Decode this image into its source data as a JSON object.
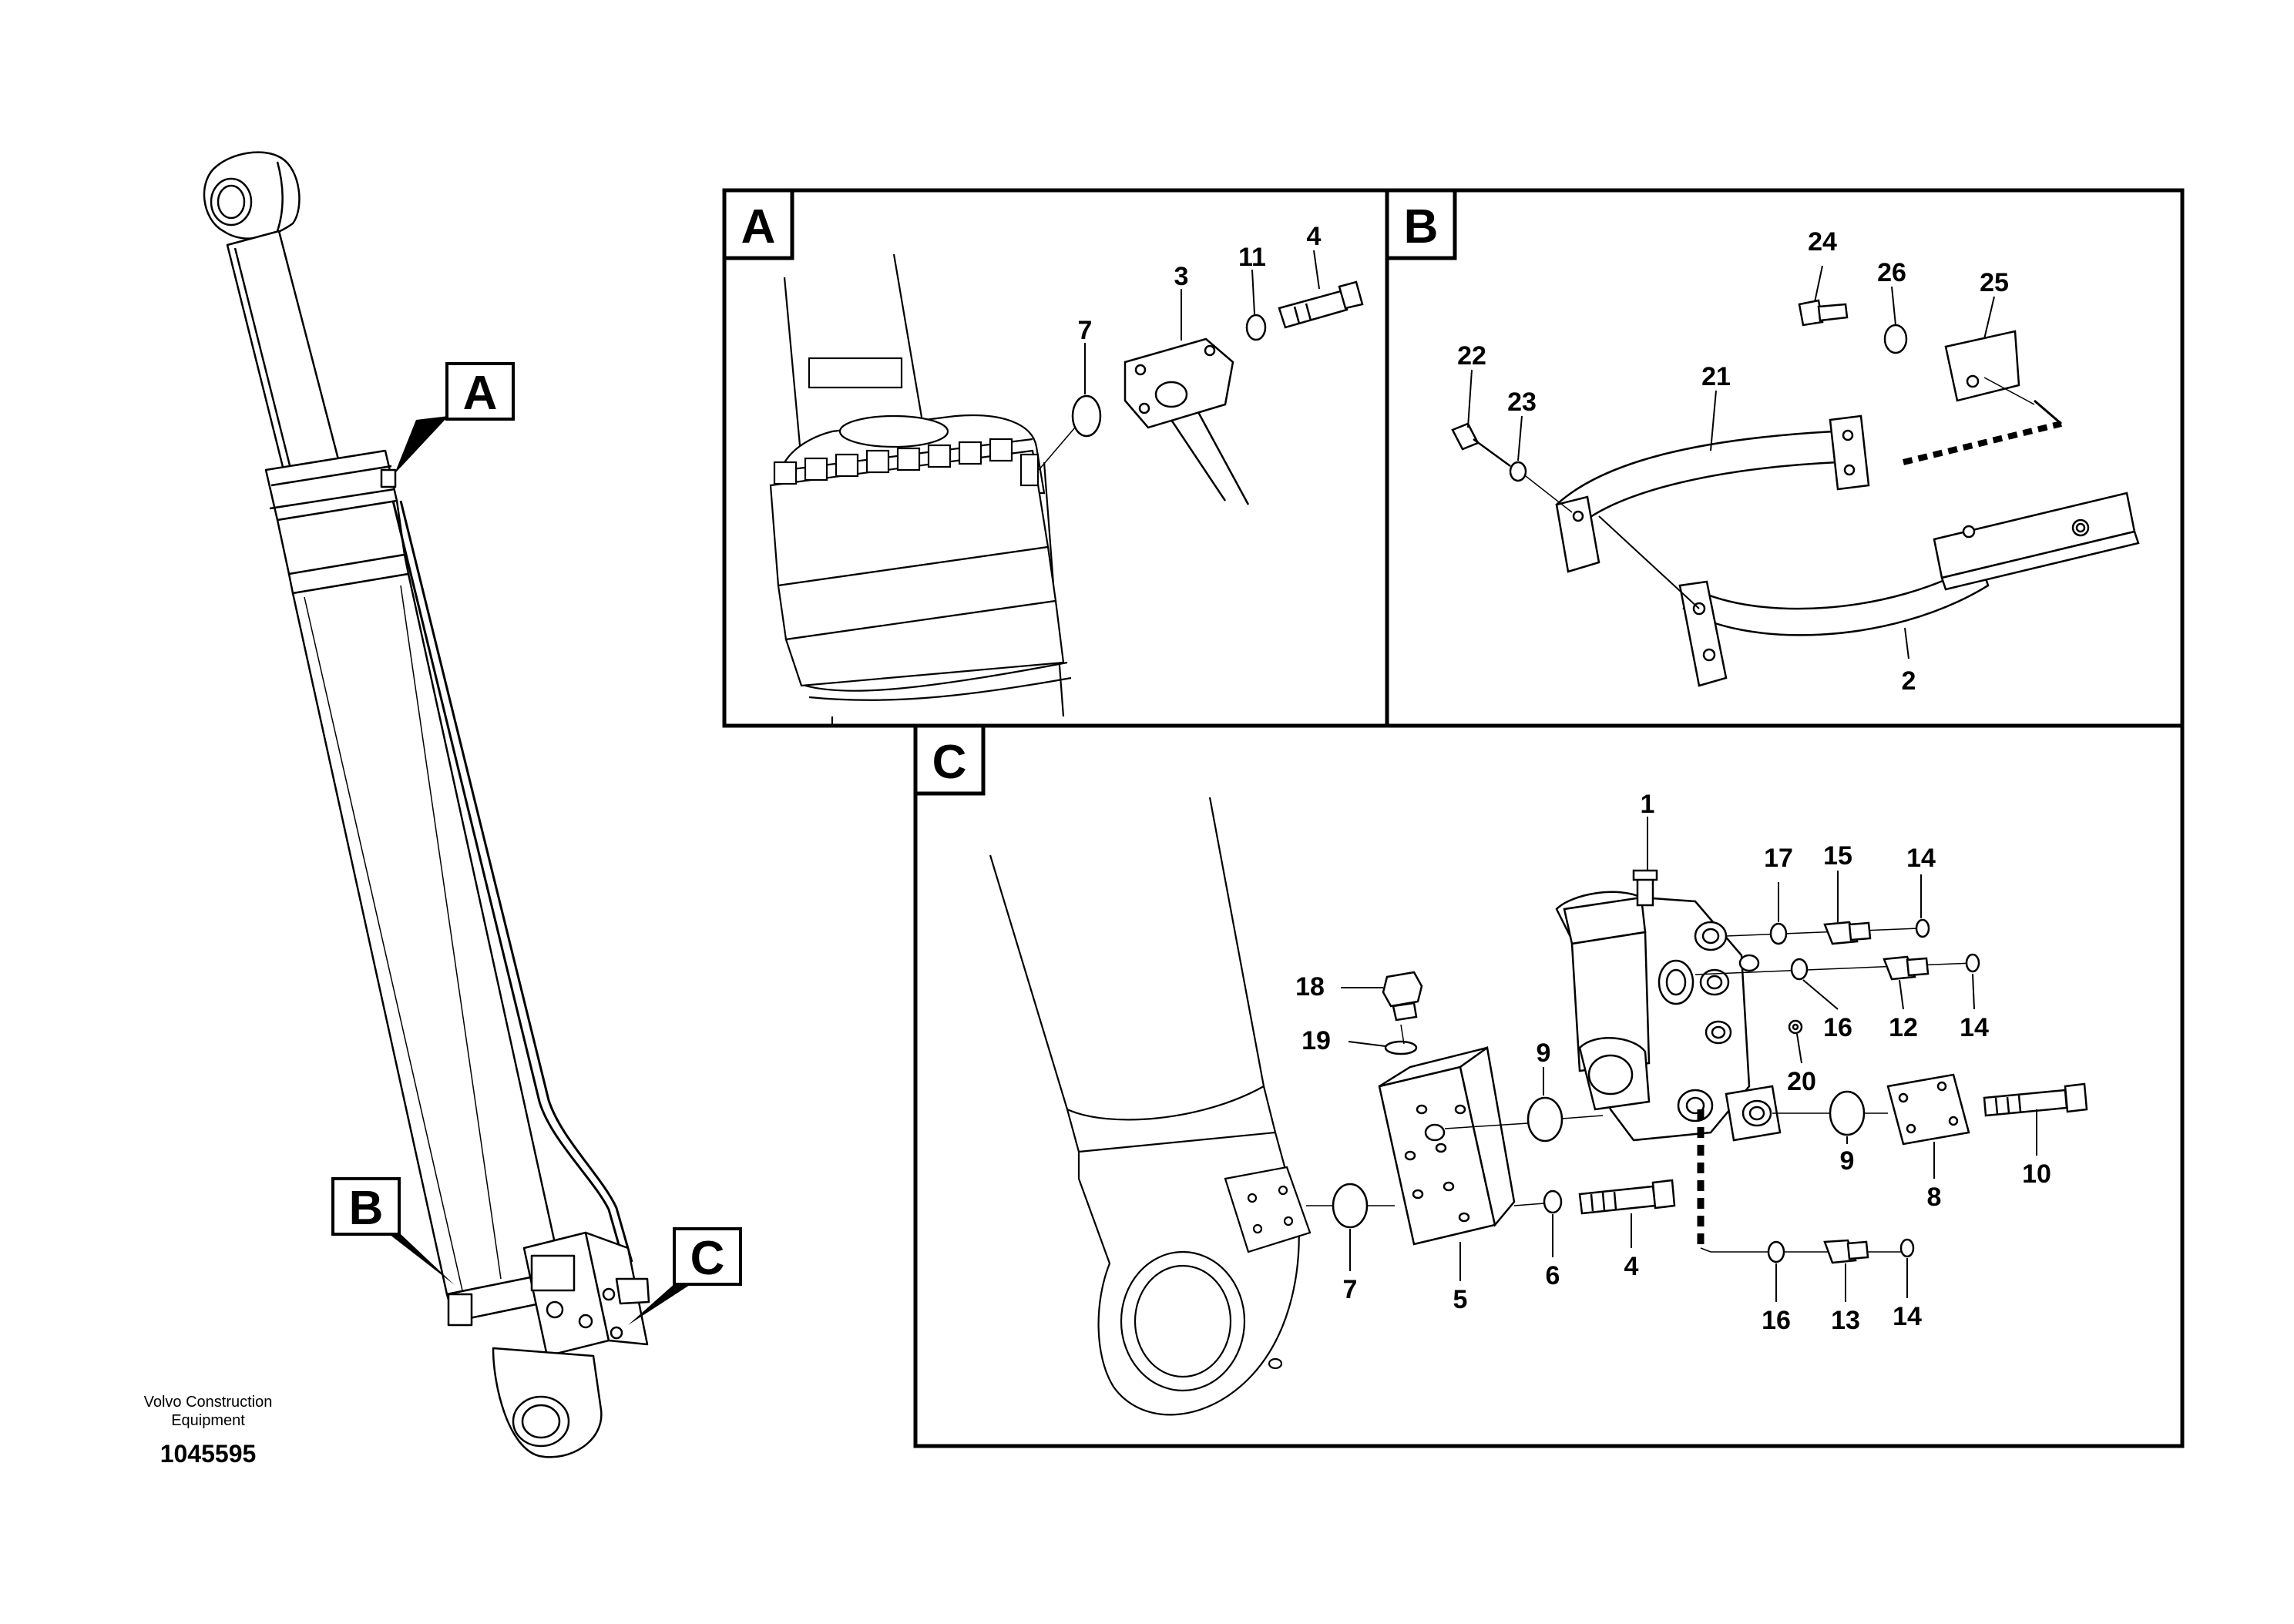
{
  "caption": {
    "company_line1": "Volvo Construction",
    "company_line2": "Equipment",
    "drawing_number": "1045595"
  },
  "overview_callouts": {
    "a": "A",
    "b": "B",
    "c": "C"
  },
  "panel_a": {
    "title": "A",
    "labels": {
      "p7": "7",
      "p3": "3",
      "p11": "11",
      "p4": "4"
    }
  },
  "panel_b": {
    "title": "B",
    "labels": {
      "p24": "24",
      "p26": "26",
      "p25": "25",
      "p22": "22",
      "p23": "23",
      "p21": "21",
      "p2": "2"
    }
  },
  "panel_c": {
    "title": "C",
    "labels": {
      "p1": "1",
      "p17": "17",
      "p15": "15",
      "p14a": "14",
      "p18": "18",
      "p19": "19",
      "p9a": "9",
      "p16a": "16",
      "p12": "12",
      "p14b": "14",
      "p20": "20",
      "p9b": "9",
      "p8": "8",
      "p10": "10",
      "p7": "7",
      "p5": "5",
      "p6": "6",
      "p4": "4",
      "p16b": "16",
      "p13": "13",
      "p14c": "14"
    }
  }
}
